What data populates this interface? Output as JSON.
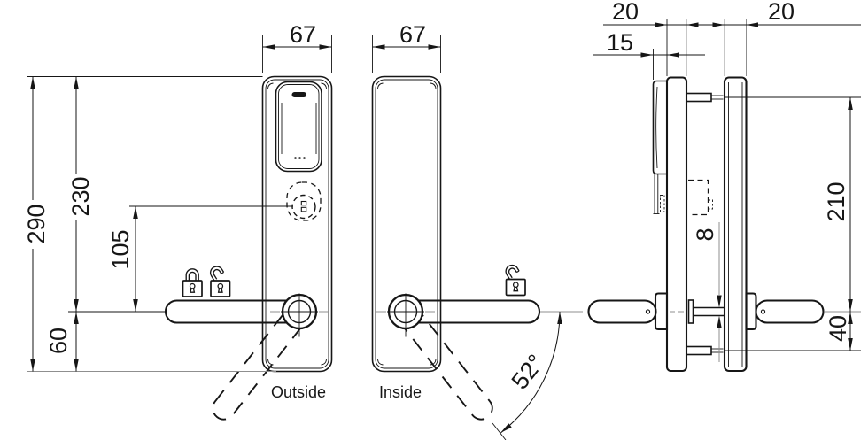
{
  "views": {
    "outside_label": "Outside",
    "inside_label": "Inside"
  },
  "dimensions": {
    "outside_plate_width": "67",
    "inside_plate_width": "67",
    "overall_height": "290",
    "top_to_handle": "230",
    "cylinder_to_handle": "105",
    "handle_to_bottom": "60",
    "reader_projection": "15",
    "outside_body_depth": "20",
    "inside_body_depth": "20",
    "top_fixing_to_handle": "210",
    "spindle_size": "8",
    "handle_to_bottom_fixing": "40",
    "handle_rotation_angle": "52°"
  },
  "icons": {
    "outside_locked": "padlock-closed",
    "outside_unlocked": "padlock-open",
    "inside_unlocked": "padlock-open"
  },
  "colors": {
    "line": "#161616",
    "extension": "#8f8f8f",
    "background": "#ffffff"
  }
}
